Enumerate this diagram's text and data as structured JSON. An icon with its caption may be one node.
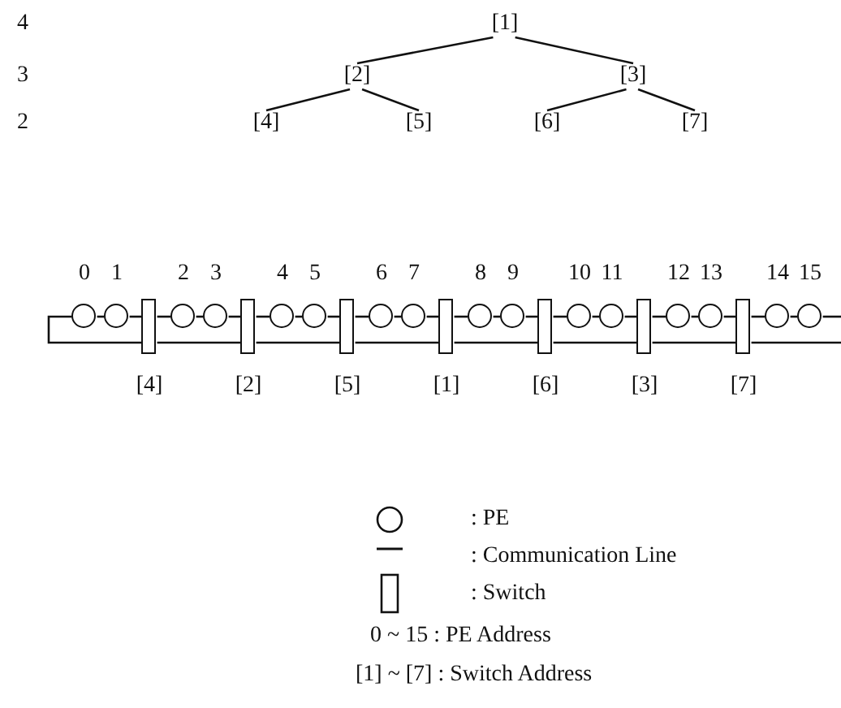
{
  "diagram": {
    "nodes": [
      {
        "text": [
          "[1]"
        ]
      },
      {
        "text": [
          "[2]"
        ]
      },
      {
        "text": [
          "[3]"
        ]
      },
      {
        "text": [
          "[4]"
        ]
      },
      {
        "text": [
          "[5]"
        ]
      },
      {
        "text": [
          "[6]"
        ]
      },
      {
        "text": [
          "[7]"
        ]
      },
      {
        "text": [],
        "shape": "circle",
        "beside": [
          "0"
        ]
      },
      {
        "text": [],
        "shape": "circle",
        "beside": [
          "1"
        ]
      },
      {
        "text": [],
        "shape": "box",
        "beside": [
          "[4]"
        ]
      },
      {
        "text": [],
        "shape": "circle",
        "beside": [
          "2"
        ]
      },
      {
        "text": [],
        "shape": "circle",
        "beside": [
          "3"
        ]
      },
      {
        "text": [],
        "shape": "box",
        "beside": [
          "[2]"
        ]
      },
      {
        "text": [],
        "shape": "circle",
        "beside": [
          "4"
        ]
      },
      {
        "text": [],
        "shape": "circle",
        "beside": [
          "5"
        ]
      },
      {
        "text": [],
        "shape": "box",
        "beside": [
          "[5]"
        ]
      },
      {
        "text": [],
        "shape": "circle",
        "beside": [
          "6"
        ]
      },
      {
        "text": [],
        "shape": "circle",
        "beside": [
          "7"
        ]
      },
      {
        "text": [],
        "shape": "box",
        "beside": [
          "[1]"
        ]
      },
      {
        "text": [],
        "shape": "circle",
        "beside": [
          "8"
        ]
      },
      {
        "text": [],
        "shape": "circle",
        "beside": [
          "9"
        ]
      },
      {
        "text": [],
        "shape": "box",
        "beside": [
          "[6]"
        ]
      },
      {
        "text": [],
        "shape": "circle",
        "beside": [
          "10"
        ]
      },
      {
        "text": [],
        "shape": "circle",
        "beside": [
          "11"
        ]
      },
      {
        "text": [],
        "shape": "box",
        "beside": [
          "[3]"
        ]
      },
      {
        "text": [],
        "shape": "circle",
        "beside": [
          "12"
        ]
      },
      {
        "text": [],
        "shape": "circle",
        "beside": [
          "13"
        ]
      },
      {
        "text": [],
        "shape": "box",
        "beside": [
          "[7]"
        ]
      },
      {
        "text": [],
        "shape": "circle",
        "beside": [
          "14"
        ]
      },
      {
        "text": [],
        "shape": "circle",
        "beside": [
          "15"
        ]
      }
    ],
    "edges": [
      {
        "from": 0,
        "to": 1,
        "arrow": "none"
      },
      {
        "from": 0,
        "to": 2,
        "arrow": "none"
      },
      {
        "from": 1,
        "to": 3,
        "arrow": "none"
      },
      {
        "from": 1,
        "to": 4,
        "arrow": "none"
      },
      {
        "from": 2,
        "to": 5,
        "arrow": "none"
      },
      {
        "from": 2,
        "to": 6,
        "arrow": "none"
      },
      {
        "from": 7,
        "to": 8,
        "arrow": "none"
      },
      {
        "from": 8,
        "to": 9,
        "arrow": "none"
      },
      {
        "from": 9,
        "to": 10,
        "arrow": "none"
      },
      {
        "from": 10,
        "to": 11,
        "arrow": "none"
      },
      {
        "from": 11,
        "to": 12,
        "arrow": "none"
      },
      {
        "from": 12,
        "to": 13,
        "arrow": "none"
      },
      {
        "from": 13,
        "to": 14,
        "arrow": "none"
      },
      {
        "from": 14,
        "to": 15,
        "arrow": "none"
      },
      {
        "from": 15,
        "to": 16,
        "arrow": "none"
      },
      {
        "from": 16,
        "to": 17,
        "arrow": "none"
      },
      {
        "from": 17,
        "to": 18,
        "arrow": "none"
      },
      {
        "from": 18,
        "to": 19,
        "arrow": "none"
      },
      {
        "from": 19,
        "to": 20,
        "arrow": "none"
      },
      {
        "from": 20,
        "to": 21,
        "arrow": "none"
      },
      {
        "from": 21,
        "to": 22,
        "arrow": "none"
      },
      {
        "from": 22,
        "to": 23,
        "arrow": "none"
      },
      {
        "from": 23,
        "to": 24,
        "arrow": "none"
      },
      {
        "from": 24,
        "to": 25,
        "arrow": "none"
      },
      {
        "from": 25,
        "to": 26,
        "arrow": "none"
      },
      {
        "from": 26,
        "to": 27,
        "arrow": "none"
      },
      {
        "from": 27,
        "to": 28,
        "arrow": "none"
      },
      {
        "from": 28,
        "to": 29,
        "arrow": "none"
      },
      {
        "from": 29,
        "to": null,
        "arrow": "none"
      },
      {
        "from": 7,
        "to": 9,
        "arrow": "none"
      },
      {
        "from": 9,
        "to": 12,
        "arrow": "none"
      },
      {
        "from": 12,
        "to": 15,
        "arrow": "none"
      },
      {
        "from": 15,
        "to": 18,
        "arrow": "none"
      },
      {
        "from": 18,
        "to": 21,
        "arrow": "none"
      },
      {
        "from": 21,
        "to": 24,
        "arrow": "none"
      },
      {
        "from": 24,
        "to": 27,
        "arrow": "none"
      },
      {
        "from": 27,
        "to": null,
        "arrow": "none"
      }
    ],
    "labels": [
      "4",
      "3",
      "2"
    ],
    "legend": [
      {
        "text": ": PE"
      },
      {
        "text": ": Communication Line"
      },
      {
        "text": ": Switch"
      },
      {
        "text": "0 ~ 15 : PE Address"
      },
      {
        "text": "[1] ~ [7] : Switch Address"
      }
    ]
  }
}
